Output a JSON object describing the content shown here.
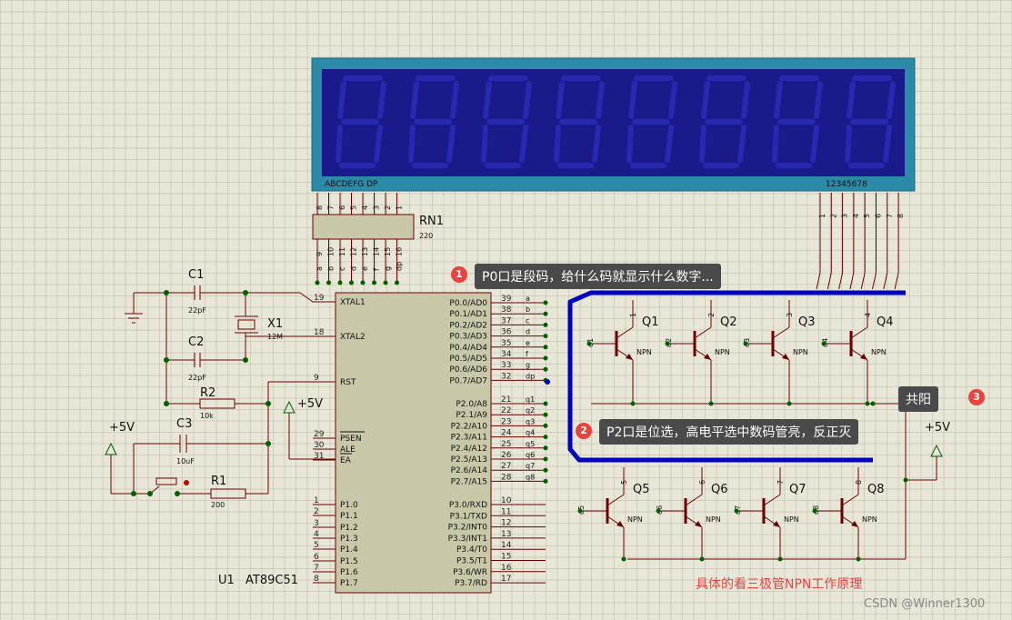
{
  "display": {
    "segments_label": "ABCDEFG  DP",
    "digits_label": "12345678",
    "digit_count": 8
  },
  "rn1": {
    "name": "RN1",
    "value": "220",
    "top_pins": [
      "8",
      "7",
      "6",
      "5",
      "4",
      "3",
      "2",
      "1"
    ],
    "bottom_pins": [
      "a",
      "b",
      "c",
      "d",
      "e",
      "f",
      "g",
      "dp"
    ],
    "bottom_nums": [
      "9",
      "10",
      "11",
      "12",
      "13",
      "14",
      "15",
      "16"
    ]
  },
  "mcu": {
    "ref": "U1",
    "part": "AT89C51",
    "left_pins": [
      {
        "num": "19",
        "name": "XTAL1"
      },
      {
        "num": "18",
        "name": "XTAL2"
      },
      {
        "num": "9",
        "name": "RST"
      },
      {
        "num": "29",
        "name": "PSEN"
      },
      {
        "num": "30",
        "name": "ALE"
      },
      {
        "num": "31",
        "name": "EA"
      },
      {
        "num": "1",
        "name": "P1.0"
      },
      {
        "num": "2",
        "name": "P1.1"
      },
      {
        "num": "3",
        "name": "P1.2"
      },
      {
        "num": "4",
        "name": "P1.3"
      },
      {
        "num": "5",
        "name": "P1.4"
      },
      {
        "num": "6",
        "name": "P1.5"
      },
      {
        "num": "7",
        "name": "P1.6"
      },
      {
        "num": "8",
        "name": "P1.7"
      }
    ],
    "right_pins": [
      {
        "num": "39",
        "name": "P0.0/AD0",
        "net": "a"
      },
      {
        "num": "38",
        "name": "P0.1/AD1",
        "net": "b"
      },
      {
        "num": "37",
        "name": "P0.2/AD2",
        "net": "c"
      },
      {
        "num": "36",
        "name": "P0.3/AD3",
        "net": "d"
      },
      {
        "num": "35",
        "name": "P0.4/AD4",
        "net": "e"
      },
      {
        "num": "34",
        "name": "P0.5/AD5",
        "net": "f"
      },
      {
        "num": "33",
        "name": "P0.6/AD6",
        "net": "g"
      },
      {
        "num": "32",
        "name": "P0.7/AD7",
        "net": "dp"
      },
      {
        "num": "21",
        "name": "P2.0/A8",
        "net": "q1"
      },
      {
        "num": "22",
        "name": "P2.1/A9",
        "net": "q2"
      },
      {
        "num": "23",
        "name": "P2.2/A10",
        "net": "q3"
      },
      {
        "num": "24",
        "name": "P2.3/A11",
        "net": "q4"
      },
      {
        "num": "25",
        "name": "P2.4/A12",
        "net": "q5"
      },
      {
        "num": "26",
        "name": "P2.5/A13",
        "net": "q6"
      },
      {
        "num": "27",
        "name": "P2.6/A14",
        "net": "q7"
      },
      {
        "num": "28",
        "name": "P2.7/A15",
        "net": "q8"
      },
      {
        "num": "10",
        "name": "P3.0/RXD"
      },
      {
        "num": "11",
        "name": "P3.1/TXD"
      },
      {
        "num": "12",
        "name": "P3.2/INT0"
      },
      {
        "num": "13",
        "name": "P3.3/INT1"
      },
      {
        "num": "14",
        "name": "P3.4/T0"
      },
      {
        "num": "15",
        "name": "P3.5/T1"
      },
      {
        "num": "16",
        "name": "P3.6/WR"
      },
      {
        "num": "17",
        "name": "P3.7/RD"
      }
    ]
  },
  "components": {
    "c1": {
      "name": "C1",
      "value": "22pF"
    },
    "c2": {
      "name": "C2",
      "value": "22pF"
    },
    "x1": {
      "name": "X1",
      "value": "12M"
    },
    "r2": {
      "name": "R2",
      "value": "10k"
    },
    "c3": {
      "name": "C3",
      "value": "10uF"
    },
    "r1": {
      "name": "R1",
      "value": "200"
    },
    "vcc1": "+5V",
    "vcc2": "+5V",
    "vcc3": "+5V"
  },
  "transistors": [
    {
      "name": "Q1",
      "type": "NPN",
      "base": "q1",
      "pin": "1"
    },
    {
      "name": "Q2",
      "type": "NPN",
      "base": "q2",
      "pin": "2"
    },
    {
      "name": "Q3",
      "type": "NPN",
      "base": "q3",
      "pin": "3"
    },
    {
      "name": "Q4",
      "type": "NPN",
      "base": "q4",
      "pin": "4"
    },
    {
      "name": "Q5",
      "type": "NPN",
      "base": "q5",
      "pin": "5"
    },
    {
      "name": "Q6",
      "type": "NPN",
      "base": "q6",
      "pin": "6"
    },
    {
      "name": "Q7",
      "type": "NPN",
      "base": "q7",
      "pin": "7"
    },
    {
      "name": "Q8",
      "type": "NPN",
      "base": "q8",
      "pin": "8"
    }
  ],
  "digit_pins": [
    "1",
    "2",
    "3",
    "4",
    "5",
    "6",
    "7",
    "8"
  ],
  "annotations": {
    "note1": {
      "badge": "1",
      "text": "P0口是段码，给什么码就显示什么数字..."
    },
    "note2": {
      "badge": "2",
      "text": "P2口是位选，高电平选中数码管亮，反正灭"
    },
    "note3": {
      "badge": "3",
      "text": "共阳"
    },
    "red_note": "具体的看三极管NPN工作原理",
    "watermark": "CSDN @Winner1300"
  },
  "colors": {
    "display_bg": "#1a1a8a",
    "display_frame": "#2a8aa8",
    "wire": "#6b0000",
    "bus": "#0000c0",
    "ic_fill": "#c8c8a8",
    "junction": "#006000"
  }
}
